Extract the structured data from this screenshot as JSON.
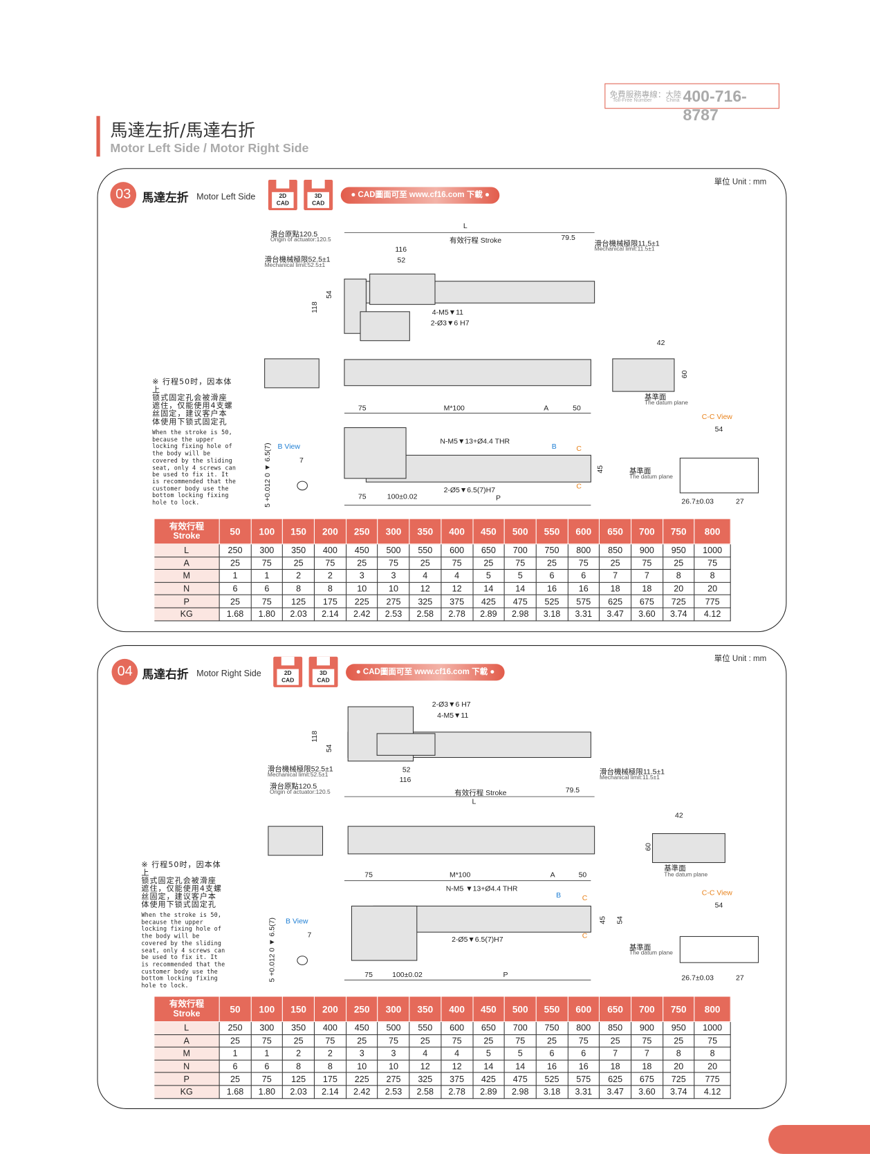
{
  "hotline": {
    "label_cn": "免費服務專線：大陸",
    "label_en": "Toll-Free Number",
    "region": "China",
    "number": "400-716-8787"
  },
  "page_title": {
    "cn": "馬達左折/馬達右折",
    "en": "Motor Left Side / Motor Right Side"
  },
  "sections": [
    {
      "number": "03",
      "title_cn": "馬達左折",
      "title_en": "Motor Left Side",
      "unit": "單位 Unit : mm",
      "cad2d": [
        "2D",
        "CAD"
      ],
      "cad3d": [
        "3D",
        "CAD"
      ],
      "cad_link": "● CAD圖面可至 www.cf16.com 下載 ●",
      "note_cn": "※ 行程50时，因本体上\n锁式固定孔会被滑座\n遮住，仅能使用4支螺\n丝固定，建议客户本\n体使用下锁式固定孔",
      "note_en": "When the stroke is 50, because the upper locking fixing hole of the body will be covered by the sliding seat, only 4 screws can be used to fix it. It is recommended that the customer body use the bottom locking fixing hole to lock.",
      "labels": {
        "origin_cn": "滑台原點120.5",
        "origin_en": "Origin of actuator:120.5",
        "L": "L",
        "stroke": "有效行程 Stroke",
        "d79_5": "79.5",
        "mech_r_cn": "滑台機械極限11.5±1",
        "mech_r_en": "Mechanical limit:11.5±1",
        "d116": "116",
        "mech_l_cn": "滑台機械極限52.5±1",
        "mech_l_en": "Mechanical limit:52.5±1",
        "d52": "52",
        "d54": "54",
        "d118": "118",
        "m5": "4-M5▼11",
        "phi3": "2-Ø3▼6 H7",
        "d42": "42",
        "d60": "60",
        "datum1_cn": "基準面",
        "datum1_en": "The datum plane",
        "d75a": "75",
        "m100": "M*100",
        "A": "A",
        "d50": "50",
        "ccview": "C-C View",
        "d54b": "54",
        "bview": "B View",
        "nm5": "N-M5▼13+Ø4.4 THR",
        "B": "B",
        "C1": "C",
        "d7": "7",
        "d45": "45",
        "datum2_cn": "基準面",
        "datum2_en": "The datum plane",
        "tol": "5 +0.012 0 ▼ 6.5(7)",
        "phi5": "2-Ø5▼6.5(7)H7",
        "C2": "C",
        "P": "P",
        "d75b": "75",
        "d100": "100±0.02",
        "d26_7": "26.7±0.03",
        "d27": "27"
      }
    },
    {
      "number": "04",
      "title_cn": "馬達右折",
      "title_en": "Motor Right Side",
      "unit": "單位 Unit : mm",
      "cad2d": [
        "2D",
        "CAD"
      ],
      "cad3d": [
        "3D",
        "CAD"
      ],
      "cad_link": "● CAD圖面可至 www.cf16.com 下載 ●",
      "note_cn": "※ 行程50时，因本体上\n锁式固定孔会被滑座\n遮住，仅能使用4支螺\n丝固定，建议客户本\n体使用下锁式固定孔",
      "note_en": "When the stroke is 50, because the upper locking fixing hole of the body will be covered by the sliding seat, only 4 screws can be used to fix it. It is recommended that the customer body use the bottom locking fixing hole to lock.",
      "labels": {
        "origin_cn": "滑台原點120.5",
        "origin_en": "Origin of actuator:120.5",
        "L": "L",
        "stroke": "有效行程 Stroke",
        "d79_5": "79.5",
        "mech_r_cn": "滑台機械極限11.5±1",
        "mech_r_en": "Mechanical limit:11.5±1",
        "d116": "116",
        "mech_l_cn": "滑台機械極限52.5±1",
        "mech_l_en": "Mechanical limit:52.5±1",
        "d52": "52",
        "d54": "54",
        "d118": "118",
        "m5": "4-M5▼11",
        "phi3": "2-Ø3▼6 H7",
        "d42": "42",
        "d60": "60",
        "datum1_cn": "基準面",
        "datum1_en": "The datum plane",
        "d75a": "75",
        "m100": "M*100",
        "A": "A",
        "d50": "50",
        "ccview": "C-C View",
        "d54b": "54",
        "bview": "B View",
        "nm5": "N-M5 ▼13+Ø4.4 THR",
        "B": "B",
        "C1": "C",
        "d7": "7",
        "d45": "45",
        "d54c": "54",
        "datum2_cn": "基準面",
        "datum2_en": "The datum plane",
        "tol": "5 +0.012 0 ▼ 6.5(7)",
        "phi5": "2-Ø5▼6.5(7)H7",
        "C2": "C",
        "P": "P",
        "d75b": "75",
        "d100": "100±0.02",
        "d26_7": "26.7±0.03",
        "d27": "27"
      }
    }
  ],
  "table": {
    "header_cn": "有效行程",
    "header_en": "Stroke",
    "strokes": [
      "50",
      "100",
      "150",
      "200",
      "250",
      "300",
      "350",
      "400",
      "450",
      "500",
      "550",
      "600",
      "650",
      "700",
      "750",
      "800"
    ],
    "rows": [
      {
        "label": "L",
        "values": [
          "250",
          "300",
          "350",
          "400",
          "450",
          "500",
          "550",
          "600",
          "650",
          "700",
          "750",
          "800",
          "850",
          "900",
          "950",
          "1000"
        ]
      },
      {
        "label": "A",
        "values": [
          "25",
          "75",
          "25",
          "75",
          "25",
          "75",
          "25",
          "75",
          "25",
          "75",
          "25",
          "75",
          "25",
          "75",
          "25",
          "75"
        ]
      },
      {
        "label": "M",
        "values": [
          "1",
          "1",
          "2",
          "2",
          "3",
          "3",
          "4",
          "4",
          "5",
          "5",
          "6",
          "6",
          "7",
          "7",
          "8",
          "8"
        ]
      },
      {
        "label": "N",
        "values": [
          "6",
          "6",
          "8",
          "8",
          "10",
          "10",
          "12",
          "12",
          "14",
          "14",
          "16",
          "16",
          "18",
          "18",
          "20",
          "20"
        ]
      },
      {
        "label": "P",
        "values": [
          "25",
          "75",
          "125",
          "175",
          "225",
          "275",
          "325",
          "375",
          "425",
          "475",
          "525",
          "575",
          "625",
          "675",
          "725",
          "775"
        ]
      },
      {
        "label": "KG",
        "values": [
          "1.68",
          "1.80",
          "2.03",
          "2.14",
          "2.42",
          "2.53",
          "2.58",
          "2.78",
          "2.89",
          "2.98",
          "3.18",
          "3.31",
          "3.47",
          "3.60",
          "3.74",
          "4.12"
        ]
      }
    ]
  },
  "colors": {
    "accent": "#e56a5a",
    "blue": "#1f7fd4",
    "orange": "#e8821b"
  }
}
